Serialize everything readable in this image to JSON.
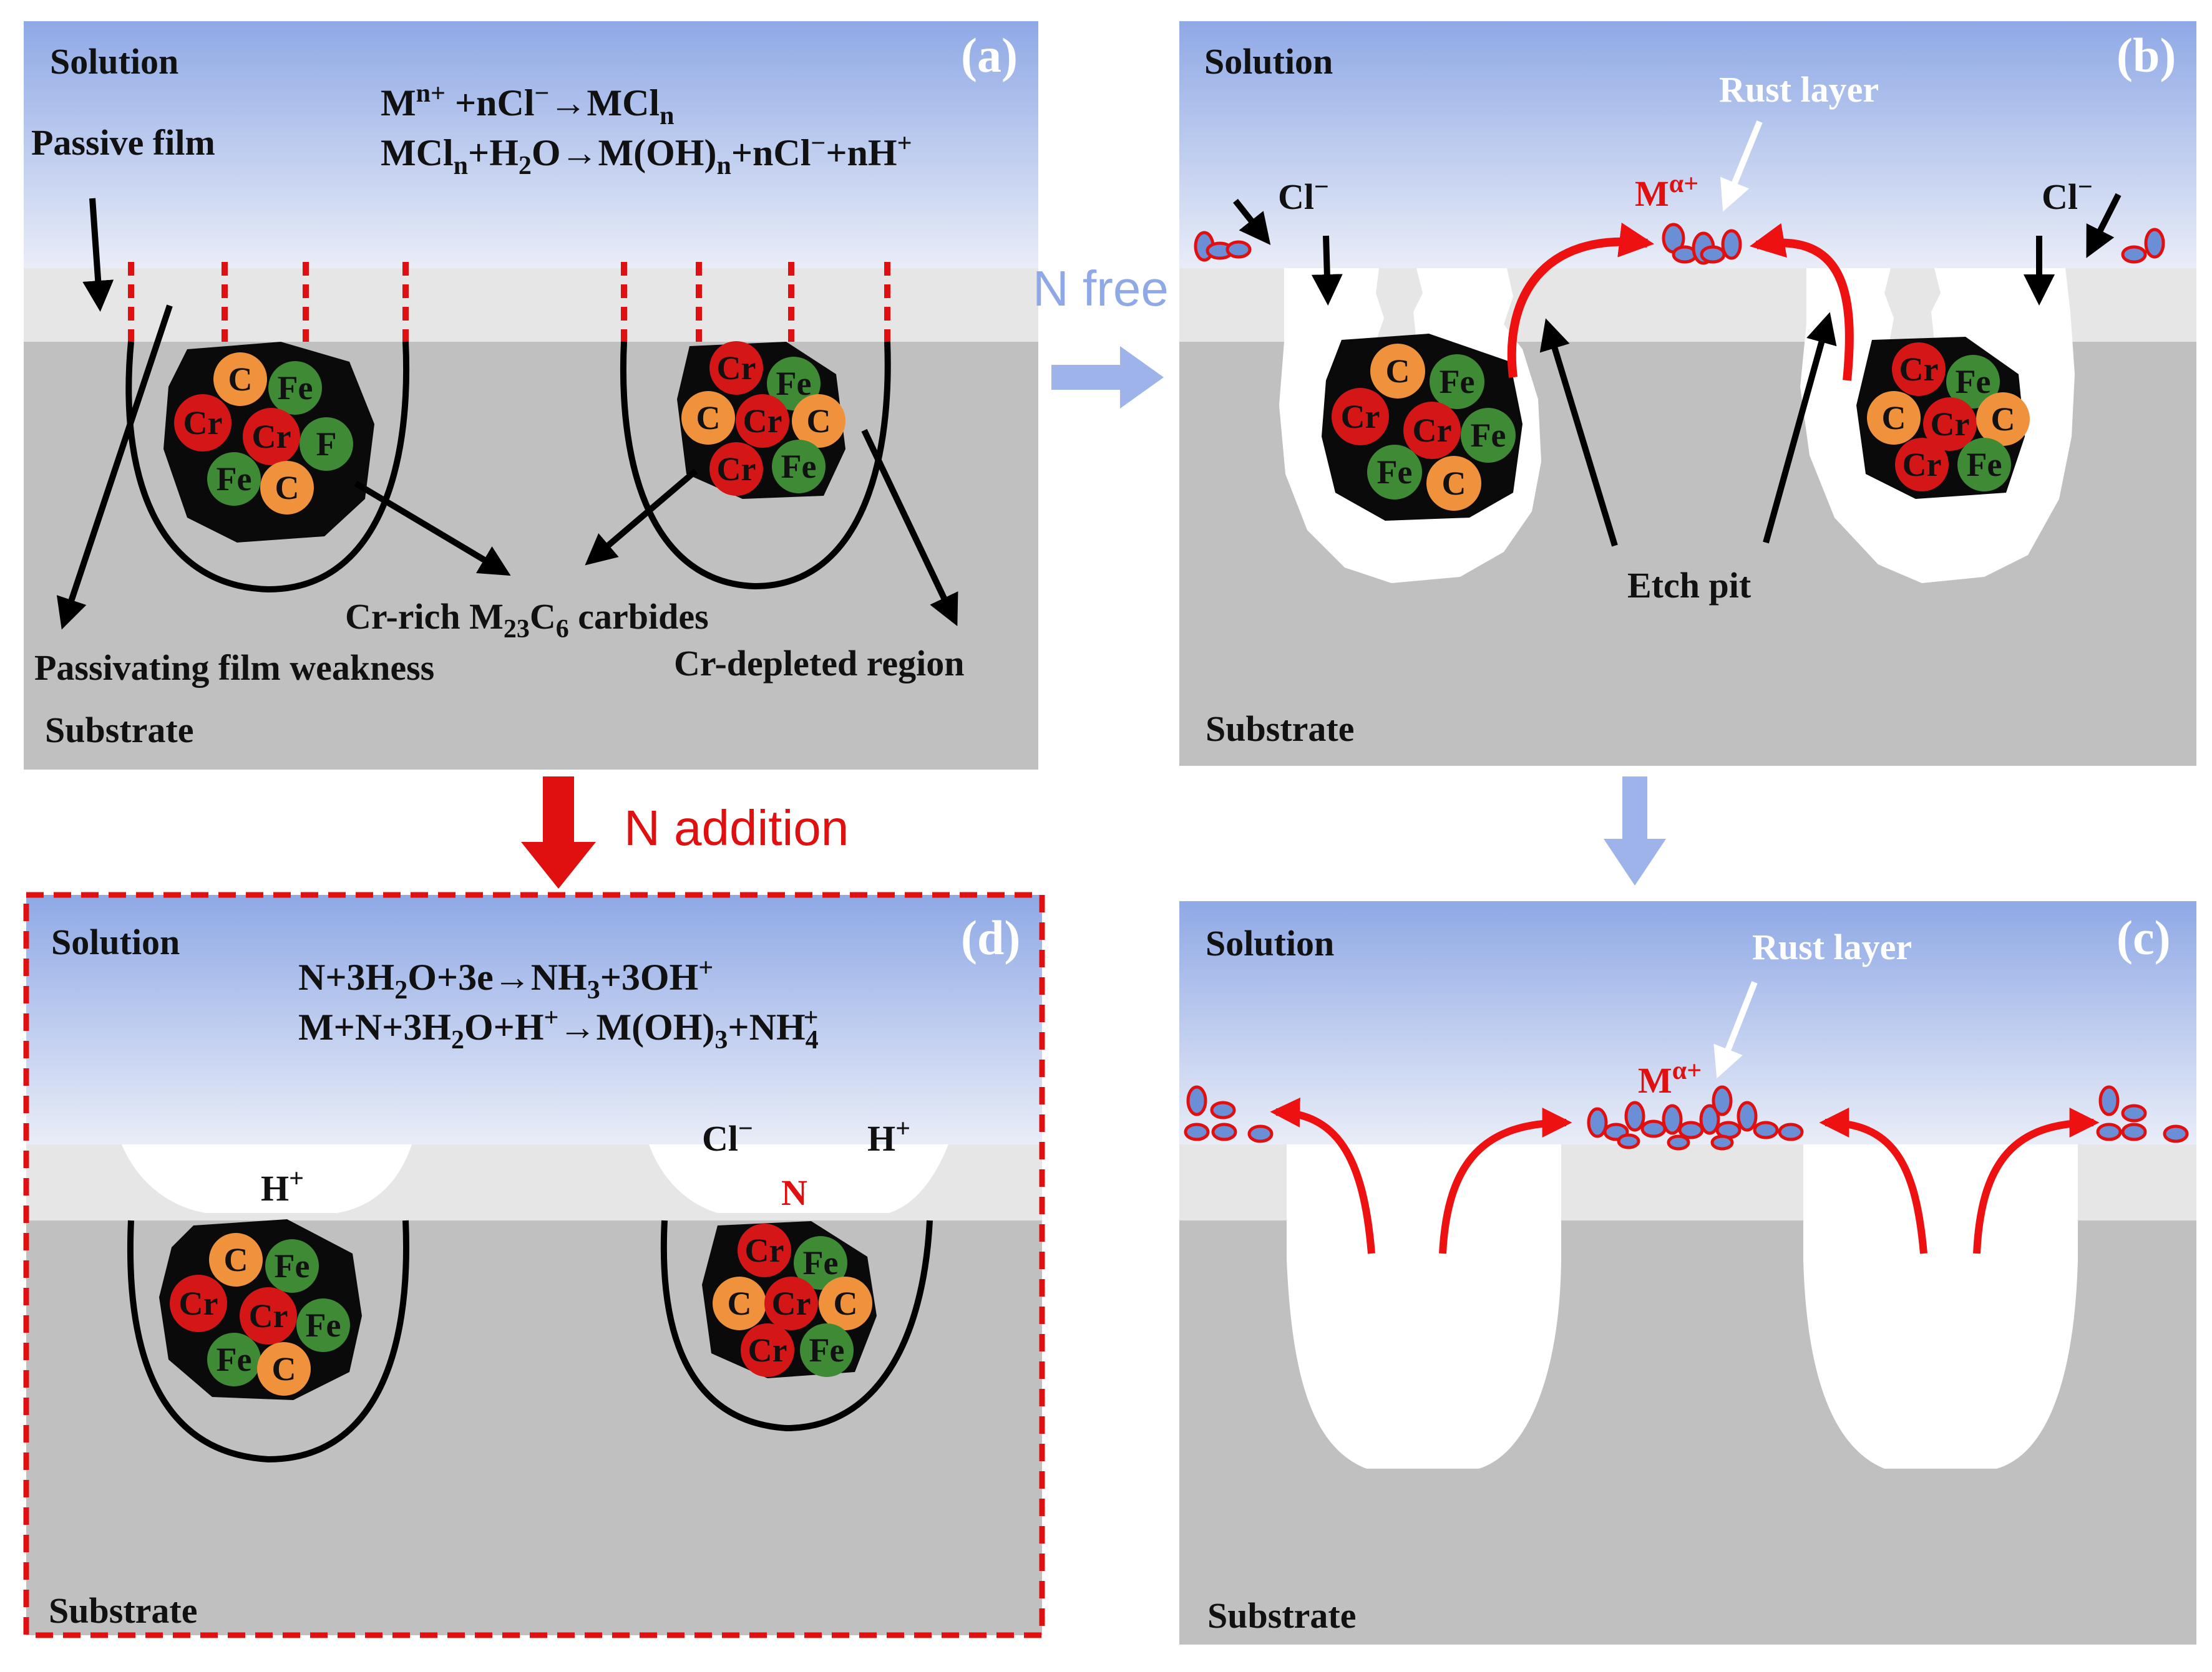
{
  "colors": {
    "solution_top": "#8fa9e6",
    "solution_bottom": "#e9edf7",
    "passive_film": "#e6e6e6",
    "substrate": "#c0c0c0",
    "carbide_black": "#0a0a0a",
    "atom_c": "#f0923c",
    "atom_fe": "#3f8a35",
    "atom_cr": "#d41616",
    "accent_red": "#e01010",
    "flow_arrow_blue": "#9db3ea",
    "n_free_text": "#8fa9e6",
    "rust_particle": "#6a8fd6"
  },
  "panels": {
    "a": {
      "label": "(a)",
      "solution": "Solution",
      "substrate": "Substrate",
      "eq1": {
        "a": "M",
        "sup1": "n+",
        "b": " +nCl",
        "sup2": "−",
        "c": "→MCl",
        "sub1": "n"
      },
      "eq2": {
        "a": "MCl",
        "sub1": "n",
        "b": "+H",
        "sub2": "2",
        "c": "O→M(OH)",
        "sub3": "n",
        "d": "+nCl",
        "sup1": "−",
        "e": "+nH",
        "sup2": "+"
      },
      "passive_film": "Passive film",
      "passivating_weakness": "Passivating film weakness",
      "carbides": {
        "a": "Cr-rich M",
        "sub1": "23",
        "b": "C",
        "sub2": "6",
        "c": " carbides"
      },
      "cr_depleted": "Cr-depleted region"
    },
    "b": {
      "label": "(b)",
      "solution": "Solution",
      "substrate": "Substrate",
      "rust_layer": "Rust layer",
      "metal_ion": {
        "a": "M",
        "sup": "α+"
      },
      "cl_left": {
        "a": "Cl",
        "sup": "−"
      },
      "cl_right": {
        "a": "Cl",
        "sup": "−"
      },
      "etch_pit": "Etch pit"
    },
    "c": {
      "label": "(c)",
      "solution": "Solution",
      "substrate": "Substrate",
      "rust_layer": "Rust layer",
      "metal_ion": {
        "a": "M",
        "sup": "α+"
      }
    },
    "d": {
      "label": "(d)",
      "solution": "Solution",
      "substrate": "Substrate",
      "eq1": {
        "a": "N+3H",
        "sub1": "2",
        "b": "O+3e→NH",
        "sub2": "3",
        "c": "+3OH",
        "sup1": "+"
      },
      "eq2": {
        "a": "M+N+3H",
        "sub1": "2",
        "b": "O+H",
        "sup1": "+",
        "c": "→M(OH)",
        "sub2": "3",
        "d": "+NH",
        "sub3": "4",
        "sup2": "+"
      },
      "h_plus_left": {
        "a": "H",
        "sup": "+"
      },
      "cl_minus": {
        "a": "Cl",
        "sup": "−"
      },
      "h_plus_right": {
        "a": "H",
        "sup": "+"
      },
      "n_label": "N"
    }
  },
  "transitions": {
    "n_free": "N free",
    "n_addition": "N addition"
  },
  "atoms": {
    "c": "C",
    "fe": "Fe",
    "cr": "Cr",
    "f": "F"
  }
}
